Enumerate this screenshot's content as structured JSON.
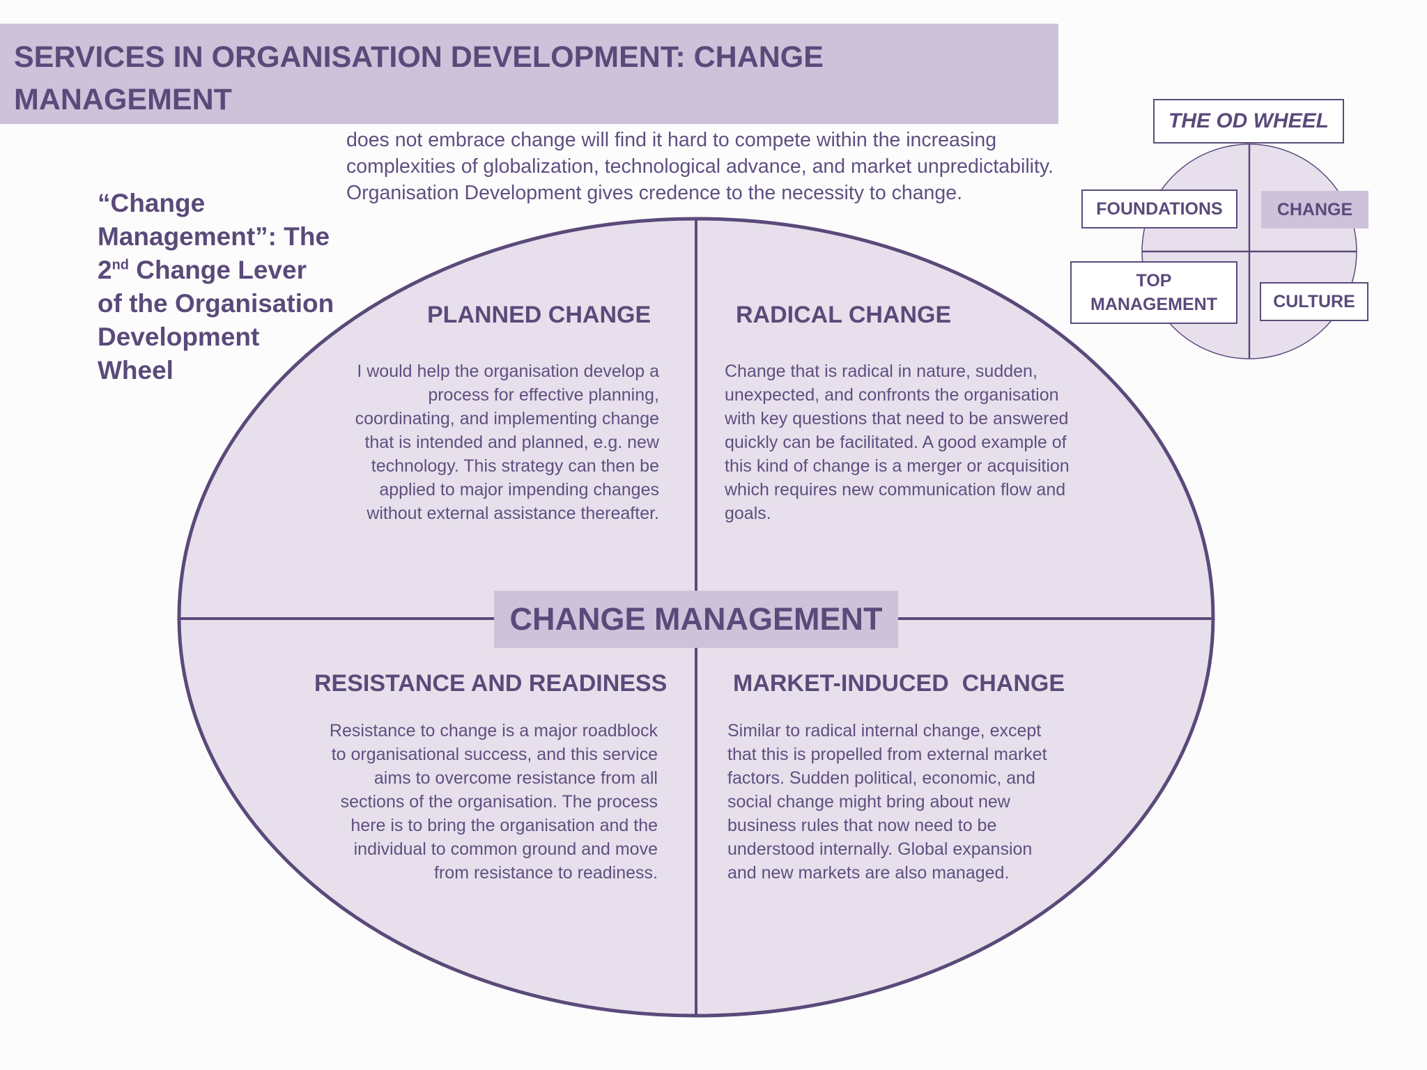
{
  "header": {
    "title": "SERVICES IN ORGANISATION DEVELOPMENT: CHANGE MANAGEMENT"
  },
  "intro_text": "does not embrace change will find it hard to compete within the increasing complexities of globalization, technological advance, and market unpredictability. Organisation Development gives credence to the necessity to change.",
  "side_heading": {
    "part1": "“Change Management”: The 2",
    "sup": "nd",
    "part2": " Change Lever of the Organisation Development Wheel"
  },
  "diagram": {
    "center_label": "CHANGE MANAGEMENT",
    "quadrants": {
      "planned": {
        "title": "PLANNED CHANGE",
        "text": "I would help the organisation develop a process for effective planning, coordinating, and implementing change that is intended and planned, e.g. new technology. This strategy can then be applied to major impending changes without external assistance thereafter."
      },
      "radical": {
        "title": "RADICAL CHANGE",
        "text": "Change that is radical in nature, sudden, unexpected, and confronts the organisation with key questions that need to be answered quickly can be facilitated. A good example of this kind of change is a merger or acquisition which requires new communication flow and goals."
      },
      "resistance": {
        "title": "RESISTANCE AND READINESS",
        "text": "Resistance to change is a major roadblock to organisational success, and this service aims to overcome resistance from all sections of the organisation. The process here is to bring the organisation and the individual to common ground and move from resistance to readiness."
      },
      "market": {
        "title": "MARKET-INDUCED  CHANGE",
        "text": "Similar to radical internal change, except that this is propelled from external market factors. Sudden political, economic, and social change might bring about new business rules that now need to be understood internally. Global expansion and new markets are also managed."
      }
    }
  },
  "od_wheel": {
    "title": "THE OD WHEEL",
    "foundations": "FOUNDATIONS",
    "change": "CHANGE",
    "top_management": "TOP MANAGEMENT",
    "culture": "CULTURE"
  },
  "colors": {
    "primary": "#5a4a7a",
    "highlight": "#cdc2da",
    "ellipse_fill": "#e7e0ec"
  }
}
